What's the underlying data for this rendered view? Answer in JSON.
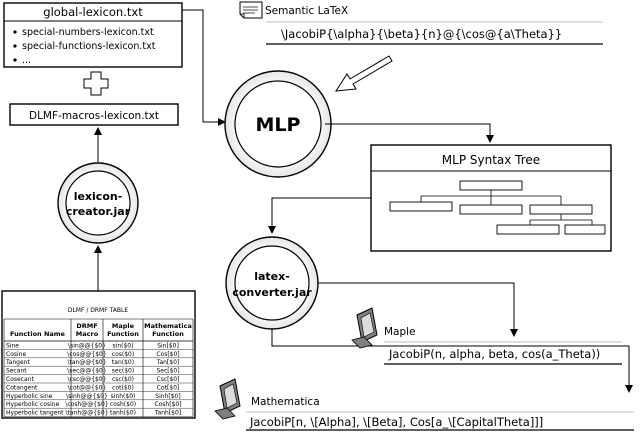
{
  "global_lexicon": {
    "title": "global-lexicon.txt",
    "items": [
      "special-numbers-lexicon.txt",
      "special-functions-lexicon.txt",
      "..."
    ]
  },
  "plus_sign": "+",
  "dlmf_macros_lexicon": "DLMF-macros-lexicon.txt",
  "lexicon_creator": [
    "lexicon-",
    "creator.jar"
  ],
  "dlmf_table": {
    "title": "DLMF / DRMF  TABLE",
    "headers": [
      [
        "Function Name"
      ],
      [
        "DRMF",
        "Macro"
      ],
      [
        "Maple",
        "Function"
      ],
      [
        "Mathematica",
        "Function"
      ]
    ],
    "rows": [
      [
        "Sine",
        "\\sin@@{$0}",
        "sin($0)",
        "Sin[$0]"
      ],
      [
        "Cosine",
        "\\cos@@{$0}",
        "cos($0)",
        "Cos[$0]"
      ],
      [
        "Tangent",
        "\\tan@@{$0}",
        "tan($0)",
        "Tan[$0]"
      ],
      [
        "Secant",
        "\\sec@@{$0}",
        "sec($0)",
        "Sec[$0]"
      ],
      [
        "Cosecant",
        "\\csc@@{$0}",
        "csc($0)",
        "Csc[$0]"
      ],
      [
        "Cotangent",
        "\\cot@@{$0}",
        "cot($0)",
        "Cot[$0]"
      ],
      [
        "Hyperbolic sine",
        "\\sinh@@{$0}",
        "sinh($0)",
        "Sinh[$0]"
      ],
      [
        "Hyperbolic cosine",
        "\\cosh@@{$0}",
        "cosh($0)",
        "Cosh[$0]"
      ],
      [
        "Hyperbolic tangent",
        "\\tanh@@{$0}",
        "tanh($0)",
        "Tanh[$0]"
      ]
    ]
  },
  "semantic_latex": {
    "label": "Semantic LaTeX",
    "expression": "\\JacobiP{\\alpha}{\\beta}{n}@{\\cos@{a\\Theta}}"
  },
  "mlp": "MLP",
  "syntax_tree": "MLP Syntax Tree",
  "latex_converter": [
    "latex-",
    "converter.jar"
  ],
  "maple": {
    "label": "Maple",
    "expression": "JacobiP(n, alpha, beta, cos(a_Theta))"
  },
  "mathematica": {
    "label": "Mathematica",
    "expression": "JacobiP[n, \\[Alpha], \\[Beta], Cos[a_\\[CapitalTheta]]]"
  },
  "icons": [
    "document-icon",
    "computer-monitor-icon",
    "hollow-arrow-icon"
  ],
  "colors": {
    "stroke": "#000000",
    "background": "#ffffff",
    "shadow": "#bfbfbf"
  }
}
